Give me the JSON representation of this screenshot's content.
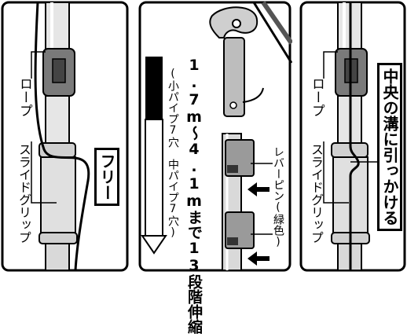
{
  "panel_left": {
    "rope_label": "ロープ",
    "grip_label": "スライドグリップ",
    "free_label": "フリー"
  },
  "panel_middle": {
    "range_label": "1.7m～4.1mまで13段階伸縮",
    "pipe_note": "(小パイプ7穴　中パイプ7穴)",
    "lever_label": "レバーピン(緑色)"
  },
  "panel_right": {
    "rope_label": "ロープ",
    "grip_label": "スライドグリップ",
    "groove_label": "中央の溝に引っかける"
  },
  "colors": {
    "ink": "#000000",
    "pipe": "#d9d9d9",
    "grip": "#7a7a7a",
    "paper": "#ffffff"
  }
}
